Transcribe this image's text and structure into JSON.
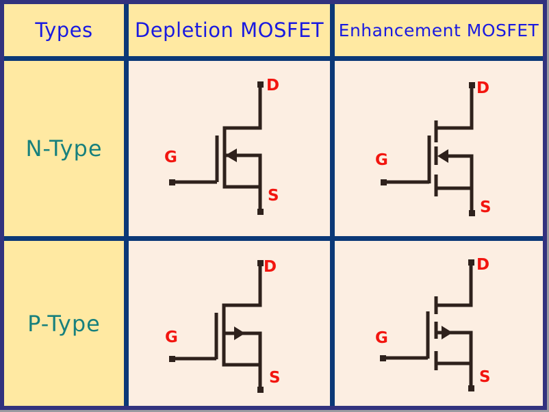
{
  "header": {
    "types": "Types",
    "depletion": "Depletion MOSFET",
    "enhancement": "Enhancement MOSFET"
  },
  "row_labels": {
    "n_type": "N-Type",
    "p_type": "P-Type"
  },
  "terminal_labels": {
    "gate": "G",
    "drain": "D",
    "source": "S"
  },
  "colors": {
    "cell_yellow": "#ffe9a2",
    "cell_peach": "#fceee2",
    "grid_line": "#0b3877",
    "outer_border": "#32327e",
    "header_text_blue": "#1a1ae0",
    "row_label_teal": "#17807d",
    "terminal_red": "#f2150f",
    "symbol_line": "#2e211c"
  }
}
